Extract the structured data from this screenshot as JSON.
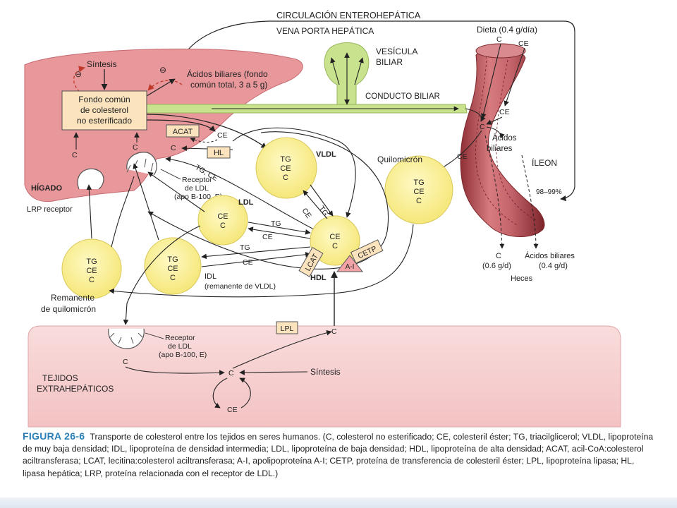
{
  "labels": {
    "circulacion": "CIRCULACIÓN ENTEROHEPÁTICA",
    "vena_porta": "VENA PORTA HEPÁTICA",
    "vesicula_1": "VESÍCULA",
    "vesicula_2": "BILIAR",
    "conducto": "CONDUCTO BILIAR",
    "dieta": "Dieta (0.4 g/día)",
    "sintesis_liver": "Síntesis",
    "acidos_liver_1": "Ácidos biliares (fondo",
    "acidos_liver_2": "común total, 3 a 5 g)",
    "fondo_1": "Fondo común",
    "fondo_2": "de colesterol",
    "fondo_3": "no esterificado",
    "acat": "ACAT",
    "hl": "HL",
    "higado": "HÍGADO",
    "lrp": "LRP receptor",
    "receptor_ldl_1": "Receptor",
    "receptor_ldl_2": "de LDL",
    "receptor_ldl_3": "(apo B-100, E)",
    "vldl": "VLDL",
    "ldl": "LDL",
    "hdl": "HDL",
    "idl_1": "IDL",
    "idl_2": "(remanente de VLDL)",
    "quilomicron": "Quilomicrón",
    "remanente_1": "Remanente",
    "remanente_2": "de quilomicrón",
    "acidos_ileum_1": "Ácidos",
    "acidos_ileum_2": "biliares",
    "ileon": "ÍLEON",
    "pct": "98–99%",
    "c_feces_1": "C",
    "c_feces_2": "(0.6 g/d)",
    "ab_feces_1": "Ácidos biliares",
    "ab_feces_2": "(0.4 g/d)",
    "heces": "Heces",
    "lcat": "LCAT",
    "cetp": "CETP",
    "ai": "A-I",
    "lpl": "LPL",
    "tejidos_1": "TEJIDOS",
    "tejidos_2": "EXTRAHEPÁTICOS",
    "sintesis_tissue": "Síntesis",
    "tg_ce": "TG, CE",
    "tg": "TG",
    "ce": "CE",
    "c": "C",
    "minus": "⊖"
  },
  "particles": {
    "vldl": [
      "TG",
      "CE",
      "C"
    ],
    "quilomicron": [
      "TG",
      "CE",
      "C"
    ],
    "ldl": [
      "CE",
      "C"
    ],
    "hdl": [
      "CE",
      "C"
    ],
    "remanente": [
      "TG",
      "CE",
      "C"
    ],
    "idl": [
      "TG",
      "CE",
      "C"
    ]
  },
  "caption": {
    "figure": "FIGURA 26-6",
    "text": "Transporte de colesterol entre los tejidos en seres humanos. (C, colesterol no esterificado; CE, colesteril éster; TG, triacilglicerol; VLDL, lipoproteína de muy baja densidad; IDL, lipoproteína de densidad intermedia; LDL, lipoproteína de baja densidad; HDL, lipoproteína de alta densidad; ACAT, acil-CoA:colesterol aciltransferasa; LCAT, lecitina:colesterol aciltransferasa; A-I, apolipoproteína A-I; CETP, proteína de transferencia de colesteril éster; LPL, lipoproteína lipasa; HL, lipasa hepática; LRP, proteína relacionada con el receptor de LDL.)"
  },
  "colors": {
    "liver": "#e7959a",
    "tissue": "#f6cfd0",
    "particle": "#fbef8e",
    "bile": "#c8e28e",
    "ileum": "#b9545a",
    "box": "#fbe3bd",
    "caption_accent": "#2a7fb8"
  }
}
